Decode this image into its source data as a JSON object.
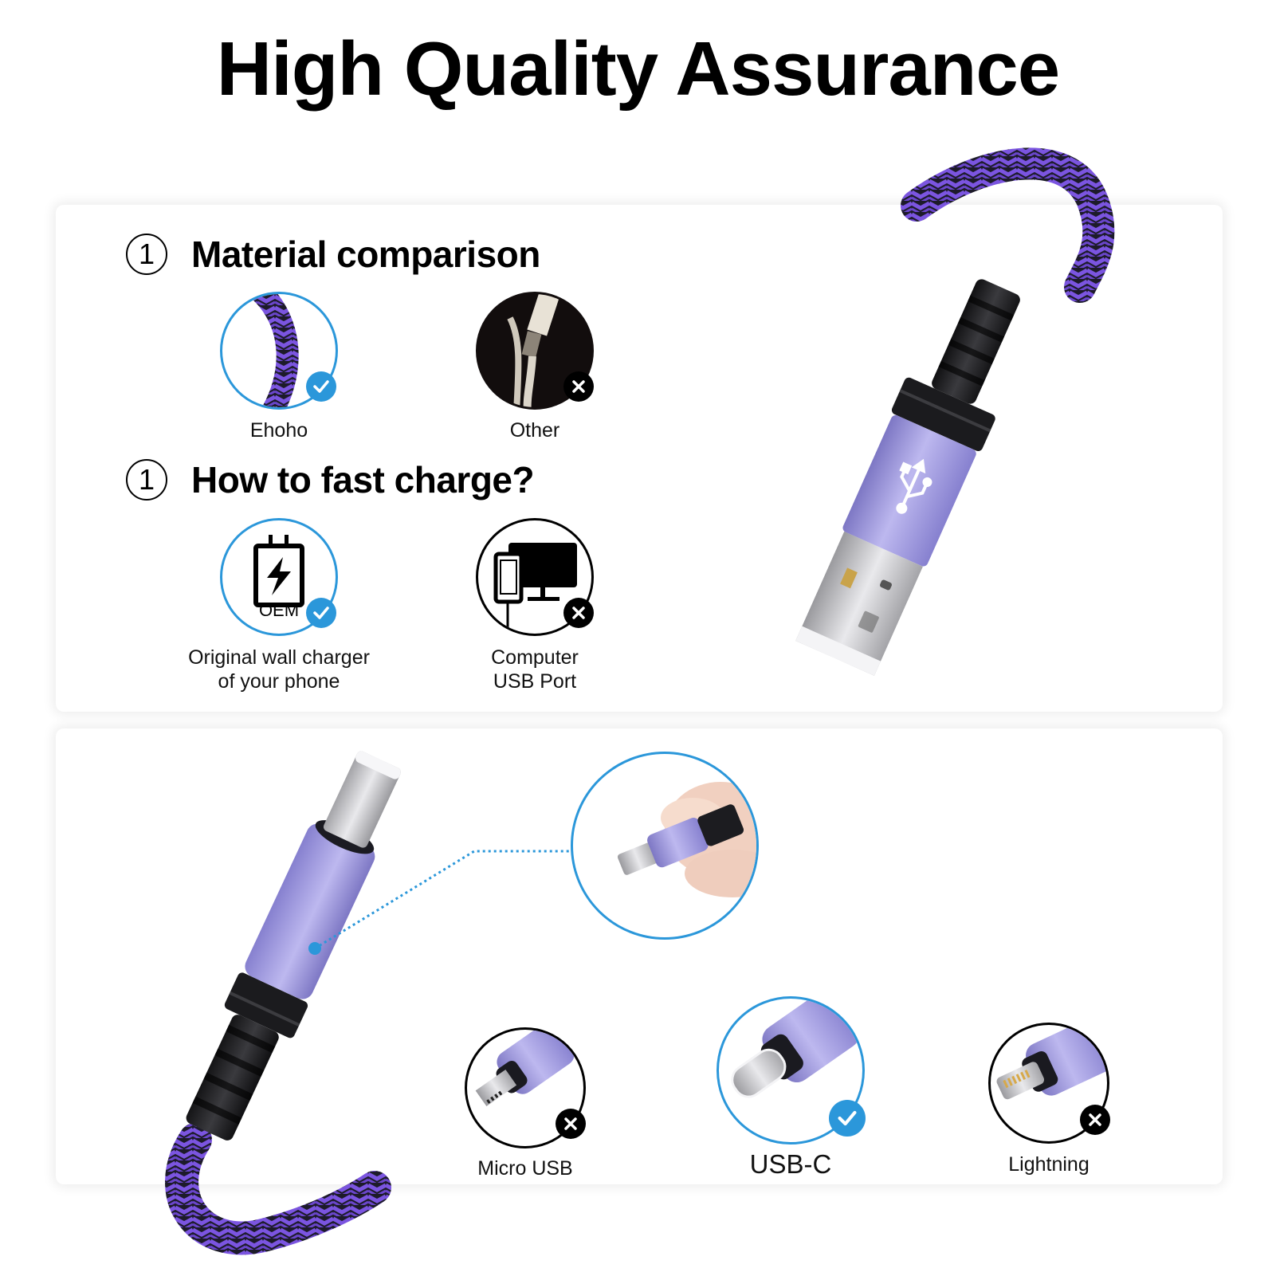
{
  "title": "High Quality Assurance",
  "colors": {
    "accent_blue": "#2b97da",
    "cable_purple": "#7a52d6",
    "connector_lavender": "#9c95d8",
    "black": "#000000"
  },
  "sections": [
    {
      "number": "1",
      "title": "Material comparison",
      "items": [
        {
          "label": "Ehoho",
          "icon": "braided-cable-icon",
          "status": "check"
        },
        {
          "label": "Other",
          "icon": "broken-cable-icon",
          "status": "cross"
        }
      ]
    },
    {
      "number": "1",
      "title": "How to fast charge?",
      "items": [
        {
          "label_line1": "Original wall charger",
          "label_line2": "of your phone",
          "icon": "wall-charger-icon",
          "icon_text": "OEM",
          "status": "check"
        },
        {
          "label_line1": "Computer",
          "label_line2": "USB Port",
          "icon": "computer-usb-icon",
          "status": "cross"
        }
      ]
    }
  ],
  "connectors": [
    {
      "label": "Micro USB",
      "icon": "micro-usb-icon",
      "status": "cross"
    },
    {
      "label": "USB-C",
      "icon": "usb-c-icon",
      "status": "check"
    },
    {
      "label": "Lightning",
      "icon": "lightning-icon",
      "status": "cross"
    }
  ]
}
